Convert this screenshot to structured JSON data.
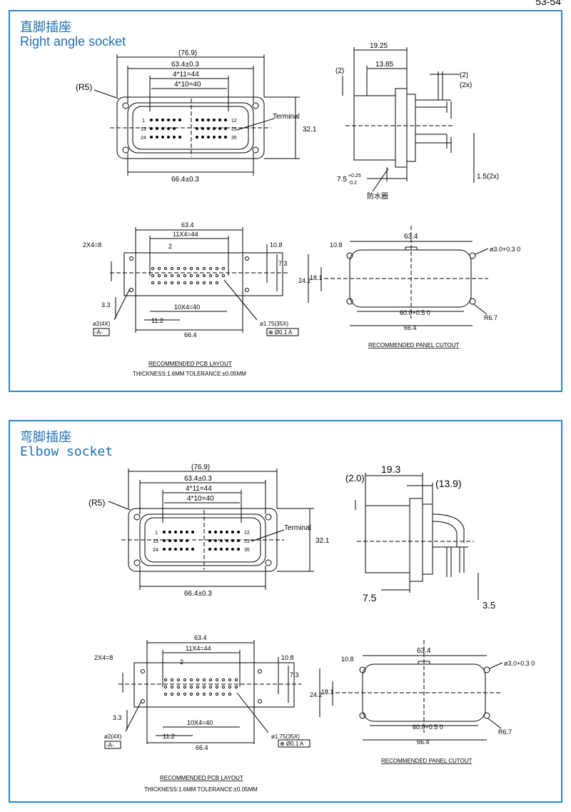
{
  "page_number": "53-54",
  "sections": [
    {
      "title_cn": "直脚插座",
      "title_en": "Right angle socket",
      "front": {
        "overall": "(76.9)",
        "flange": "63.4±0.3",
        "row_span_top": "4*11=44",
        "row_span_bottom": "4*10=40",
        "radius": "(R5)",
        "terminal": "Terminal",
        "height": "32.1",
        "base": "66.4±0.3",
        "pin1": "1",
        "pin12": "12",
        "pin13": "13",
        "pin23": "23",
        "pin24": "24",
        "pin35": "35"
      },
      "side": {
        "depth": "19.25",
        "inner": "13.85",
        "top_gap": "(2)",
        "pin_gap": "(2)",
        "pin_count": "(2x)",
        "offset": "7.5",
        "tolerance_up": "+0.25",
        "tolerance_down": "-0.2",
        "pitch": "1.5",
        "pitch_count": "(2x)",
        "seal": "防水圈"
      },
      "pcb": {
        "width": "63.4",
        "row_top": "11X4=44",
        "pitch2": "2",
        "vertical": "2X4=8",
        "h108": "10.8",
        "h73": "7.3",
        "h33": "3.3",
        "hole_diam": "ø2(4X)",
        "pin_span": "11.2",
        "row_bottom": "10X4=40",
        "overall": "66.4",
        "pin_hole": "ø1.75(35X)",
        "tol": "⊕ Ø0.1 A",
        "datum": "-A-",
        "label": "RECOMMENDED PCB LAYOUT",
        "thickness": "THICKNESS:1.6MM TOLERANCE:±0.05MM"
      },
      "cutout": {
        "width": "63.4",
        "hole": "ø3.0+0.3 0",
        "h108": "10.8",
        "h242": "24.2",
        "h181": "18.1",
        "inner": "60.0+0.5 0",
        "radius": "R6.7",
        "overall": "66.4",
        "label": "RECOMMENDED PANEL CUTOUT"
      }
    },
    {
      "title_cn": "弯脚插座",
      "title_en": "Elbow socket",
      "front": {
        "overall": "(76.9)",
        "flange": "63.4±0.3",
        "row_span_top": "4*11=44",
        "row_span_bottom": "4*10=40",
        "radius": "(R5)",
        "terminal": "Terminal",
        "height": "32.1",
        "base": "66.4±0.3",
        "pin1": "1",
        "pin12": "12",
        "pin13": "13",
        "pin23": "23",
        "pin24": "24",
        "pin35": "35"
      },
      "side": {
        "depth": "19.3",
        "inner": "(13.9)",
        "top_gap": "(2.0)",
        "offset": "7.5",
        "pitch": "3.5"
      },
      "pcb": {
        "width": "63.4",
        "row_top": "11X4=44",
        "pitch2": "2",
        "vertical": "2X4=8",
        "h108": "10.8",
        "h73": "7.3",
        "h33": "3.3",
        "hole_diam": "ø2(4X)",
        "pin_span": "11.2",
        "row_bottom": "10X4=40",
        "overall": "66.4",
        "pin_hole": "ø1.75(35X)",
        "tol": "⊕ Ø0.1 A",
        "datum": "-A-",
        "label": "RECOMMENDED PCB LAYOUT",
        "thickness": "THICKNESS:1.6MM TOLERANCE:±0.05MM"
      },
      "cutout": {
        "width": "63.4",
        "hole": "ø3.0+0.3 0",
        "h108": "10.8",
        "h242": "24.2",
        "h181": "18.1",
        "inner": "60.0+0.5 0",
        "radius": "R6.7",
        "overall": "66.4",
        "label": "RECOMMENDED PANEL CUTOUT"
      }
    }
  ]
}
